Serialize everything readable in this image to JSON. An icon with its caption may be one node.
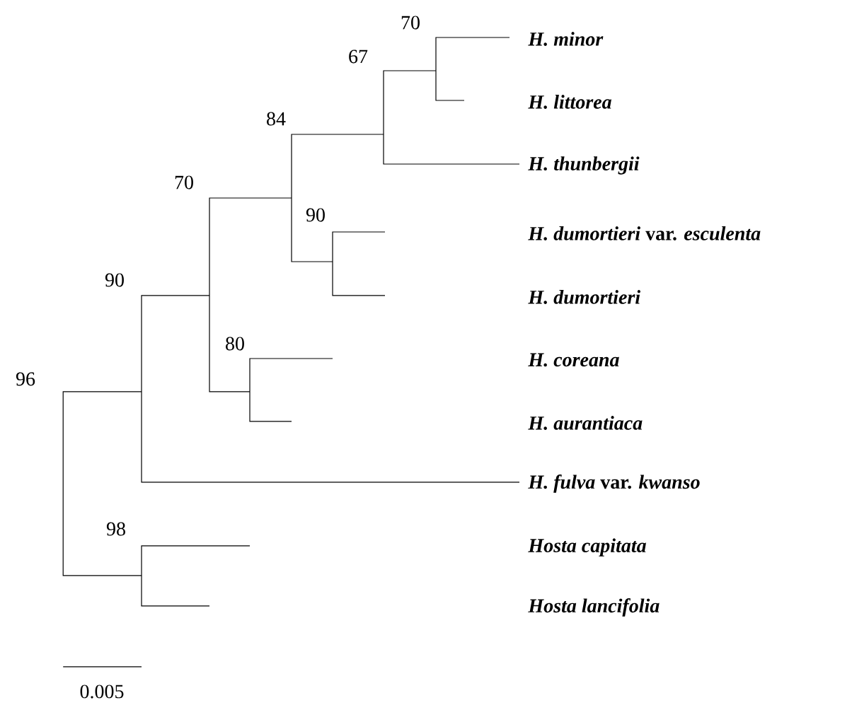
{
  "diagram": {
    "labels": [
      "70",
      "67",
      "*H. minor*",
      "84",
      "*H. littorea*",
      "70",
      "*H. thunbergii*",
      "90",
      "*H. dumortieri* var. *esculenta*",
      "90",
      "*H. dumortieri*",
      "80",
      "*H. coreana*",
      "96",
      "*H. aurantiaca*",
      "*H. fulva* var. *kwanso*",
      "98",
      "*Hosta capitata*",
      "*Hosta lancifolia*",
      "0.005"
    ]
  }
}
